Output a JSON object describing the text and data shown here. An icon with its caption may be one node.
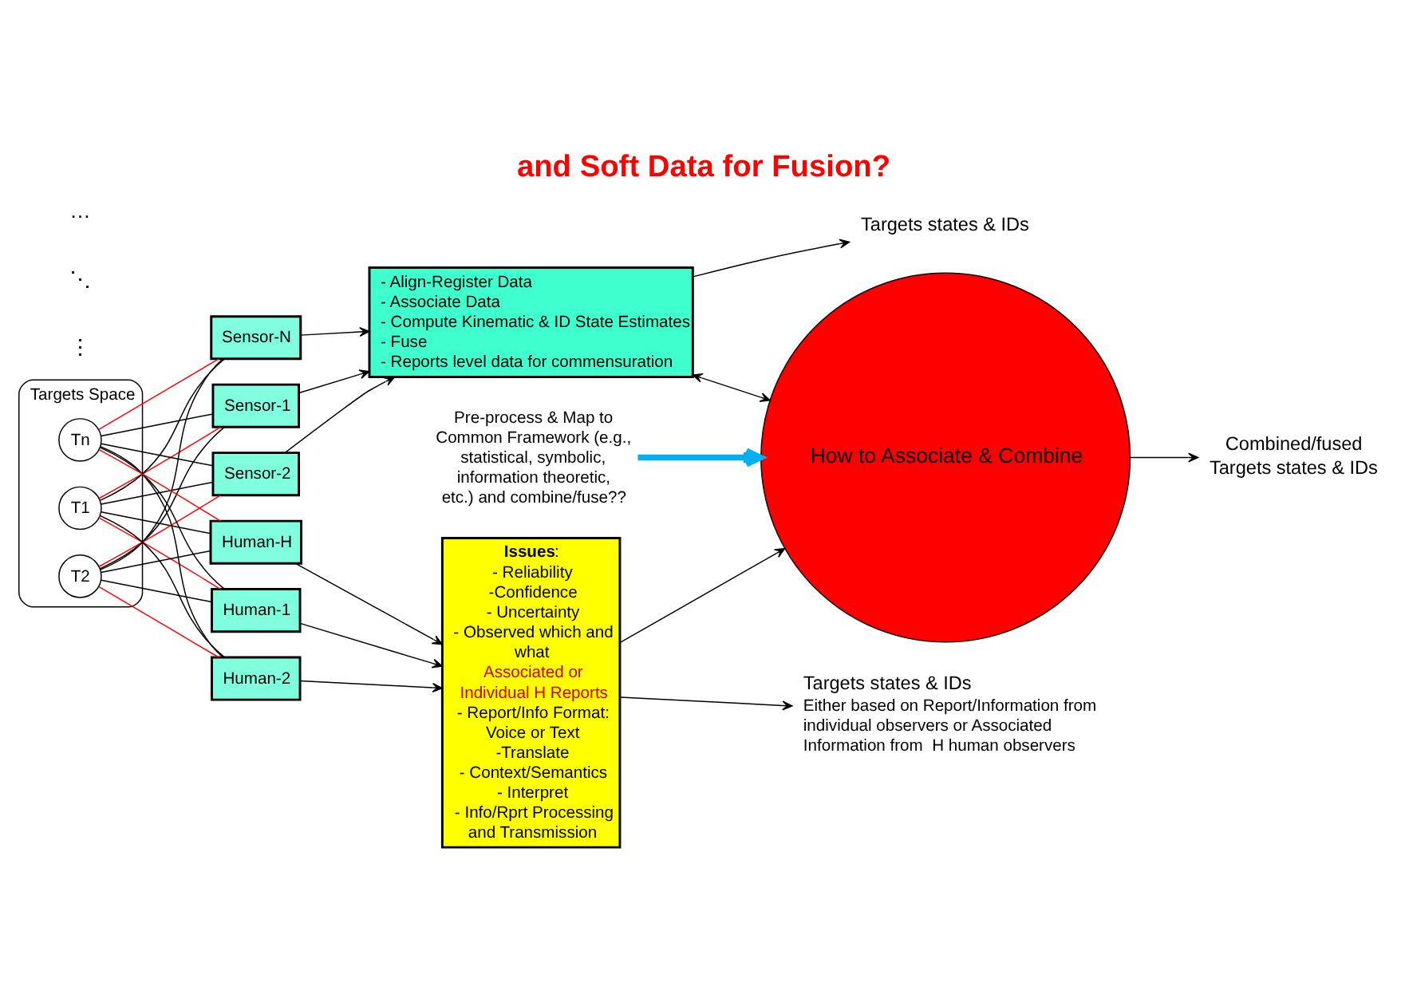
{
  "diagram": {
    "title": "and Soft Data for Fusion?",
    "nodes": [
      {
        "text": [
          "Targets Space"
        ]
      },
      {
        "text": [
          "T1"
        ],
        "in": 0
      },
      {
        "text": [
          "T2"
        ],
        "in": 0
      },
      {
        "text": [
          "Tn"
        ],
        "in": 0
      },
      {
        "text": [
          "Sensor-1"
        ]
      },
      {
        "text": [
          "Sensor-2"
        ]
      },
      {
        "text": [
          "Sensor-N"
        ]
      },
      {
        "text": [
          "- Align-Register Data",
          "- Associate Data",
          "- Compute Kinematic & ID State Estimates",
          "- Fuse",
          "- Reports level data for commensuration"
        ]
      },
      {
        "text": [
          "Targets states & IDs"
        ]
      },
      {
        "text": [
          "How to Associate & Combine"
        ]
      },
      {
        "text": [
          "Pre-process & Map to Common Framework (e.g., statistical, symbolic, information theoretic, etc.) and combine/fuse??"
        ]
      },
      {
        "text": [
          "Combined/fused Targets states & IDs"
        ]
      },
      {
        "text": [
          "Human-1"
        ]
      },
      {
        "text": [
          "Human-2"
        ]
      },
      {
        "text": [
          "Human-H"
        ]
      },
      {
        "text": [
          "**Issues**:",
          "- Reliability",
          "-Confidence",
          "- Uncertainty",
          "- Observed which and what",
          "Associated or Individual H Reports",
          "- Report/Info Format: Voice or Text",
          "-Translate",
          "- Context/Semantics",
          "- Interpret",
          "- Info/Rprt Processing and Transmission"
        ]
      },
      {
        "text": [
          "Targets states & IDs",
          "Either based on Report/Information from individual observers or Associated Information from  H human observers"
        ]
      }
    ],
    "edges": [
      {
        "from": 1,
        "to": 4,
        "arrow": "none",
        "color": "#ff0000"
      },
      {
        "from": 1,
        "to": 5,
        "arrow": "none"
      },
      {
        "from": 1,
        "to": 6,
        "arrow": "none"
      },
      {
        "from": 2,
        "to": 4,
        "arrow": "none"
      },
      {
        "from": 2,
        "to": 5,
        "arrow": "none",
        "color": "#ff0000"
      },
      {
        "from": 2,
        "to": 6,
        "arrow": "none"
      },
      {
        "from": 3,
        "to": 4,
        "arrow": "none"
      },
      {
        "from": 3,
        "to": 5,
        "arrow": "none"
      },
      {
        "from": 3,
        "to": 6,
        "arrow": "none",
        "color": "#ff0000"
      },
      {
        "from": 1,
        "to": 12,
        "arrow": "none",
        "color": "#ff0000"
      },
      {
        "from": 1,
        "to": 13,
        "arrow": "none"
      },
      {
        "from": 1,
        "to": 14,
        "arrow": "none"
      },
      {
        "from": 2,
        "to": 12,
        "arrow": "none"
      },
      {
        "from": 2,
        "to": 13,
        "arrow": "none",
        "color": "#ff0000"
      },
      {
        "from": 2,
        "to": 14,
        "arrow": "none"
      },
      {
        "from": 3,
        "to": 12,
        "arrow": "none"
      },
      {
        "from": 3,
        "to": 13,
        "arrow": "none"
      },
      {
        "from": 3,
        "to": 14,
        "arrow": "none",
        "color": "#ff0000"
      },
      {
        "from": 4,
        "to": 7,
        "arrow": "to"
      },
      {
        "from": 5,
        "to": 7,
        "arrow": "to"
      },
      {
        "from": 6,
        "to": 7,
        "arrow": "to"
      },
      {
        "from": 7,
        "to": 8,
        "arrow": "to"
      },
      {
        "from": 7,
        "to": 9,
        "arrow": "both"
      },
      {
        "from": 10,
        "to": 9,
        "arrow": "to",
        "style": "thick",
        "color": "#00b0f0"
      },
      {
        "from": 9,
        "to": 11,
        "arrow": "to"
      },
      {
        "from": 12,
        "to": 15,
        "arrow": "to"
      },
      {
        "from": 13,
        "to": 15,
        "arrow": "to"
      },
      {
        "from": 14,
        "to": 15,
        "arrow": "to"
      },
      {
        "from": 15,
        "to": 9,
        "arrow": "to"
      },
      {
        "from": 15,
        "to": 16,
        "arrow": "to"
      }
    ],
    "labels": [
      "⋮",
      "⋱",
      "…"
    ]
  }
}
